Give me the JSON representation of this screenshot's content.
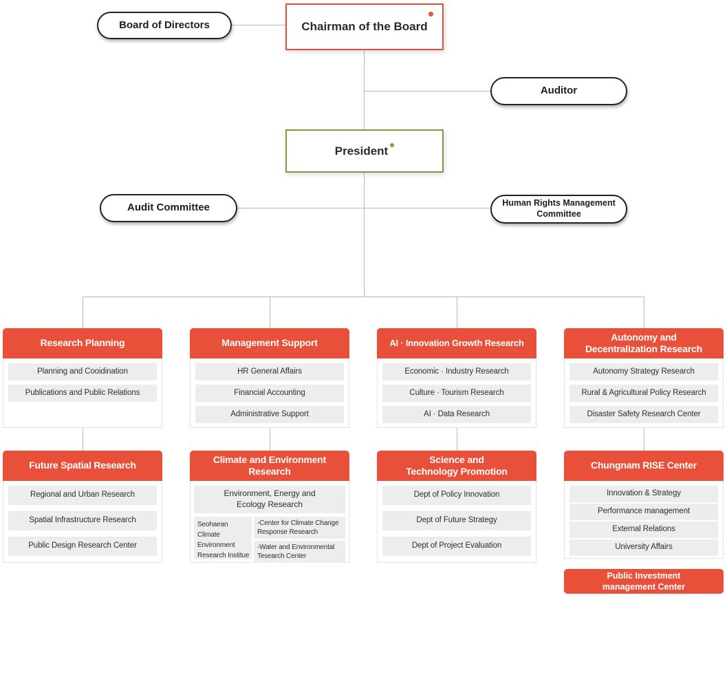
{
  "palette": {
    "accent_red": "#e8503a",
    "accent_green": "#7b9d40",
    "line_gray": "#b8b8b8",
    "item_gray": "#ededed",
    "pill_border": "#222222"
  },
  "nodes": {
    "board": "Board of Directors",
    "chairman": "Chairman of the Board",
    "auditor": "Auditor",
    "president": "President",
    "audit_committee": "Audit Committee",
    "human_rights": "Human Rights Management\nCommittee"
  },
  "row1": [
    {
      "title": "Research Planning",
      "items": [
        "Planning and Cooidination",
        "Publications and Public Relations"
      ]
    },
    {
      "title": "Management Support",
      "items": [
        "HR General Affairs",
        "Financial Accounting",
        "Administrative Support"
      ]
    },
    {
      "title": "AI · Innovation Growth Research",
      "items": [
        "Economic · Industry Research",
        "Culture · Tourism Research",
        "AI · Data Research"
      ]
    },
    {
      "title": "Autonomy and\nDecentralization Research",
      "items": [
        "Autonomy Strategy Research",
        "Rural & Agricultural Policy Research",
        "Disaster Safety Research Center"
      ]
    }
  ],
  "row2": [
    {
      "title": "Future Spatial Research",
      "items": [
        "Regional and Urban Research",
        "Spatial Infrastructure Research",
        "Public Design Research Center"
      ]
    },
    {
      "title": "Climate and Environment\nResearch",
      "main_item": "Environment, Energy and\nEcology Research",
      "sub_left": "Seohaean Climate Environment Research Institue",
      "sub_right": [
        "-Center for Climate Change Response Research",
        "-Water and Environmental Tesearch Center"
      ]
    },
    {
      "title": "Science and\nTechnology Promotion",
      "items": [
        "Dept of Policy Innovation",
        "Dept of Future Strategy",
        "Dept of Project Evaluation"
      ]
    },
    {
      "title": "Chungnam RISE Center",
      "items": [
        "Innovation & Strategy",
        "Performance management",
        "External Relations",
        "University Affairs"
      ]
    }
  ],
  "extra": {
    "public_investment": "Public Investment\nmanagement Center"
  }
}
